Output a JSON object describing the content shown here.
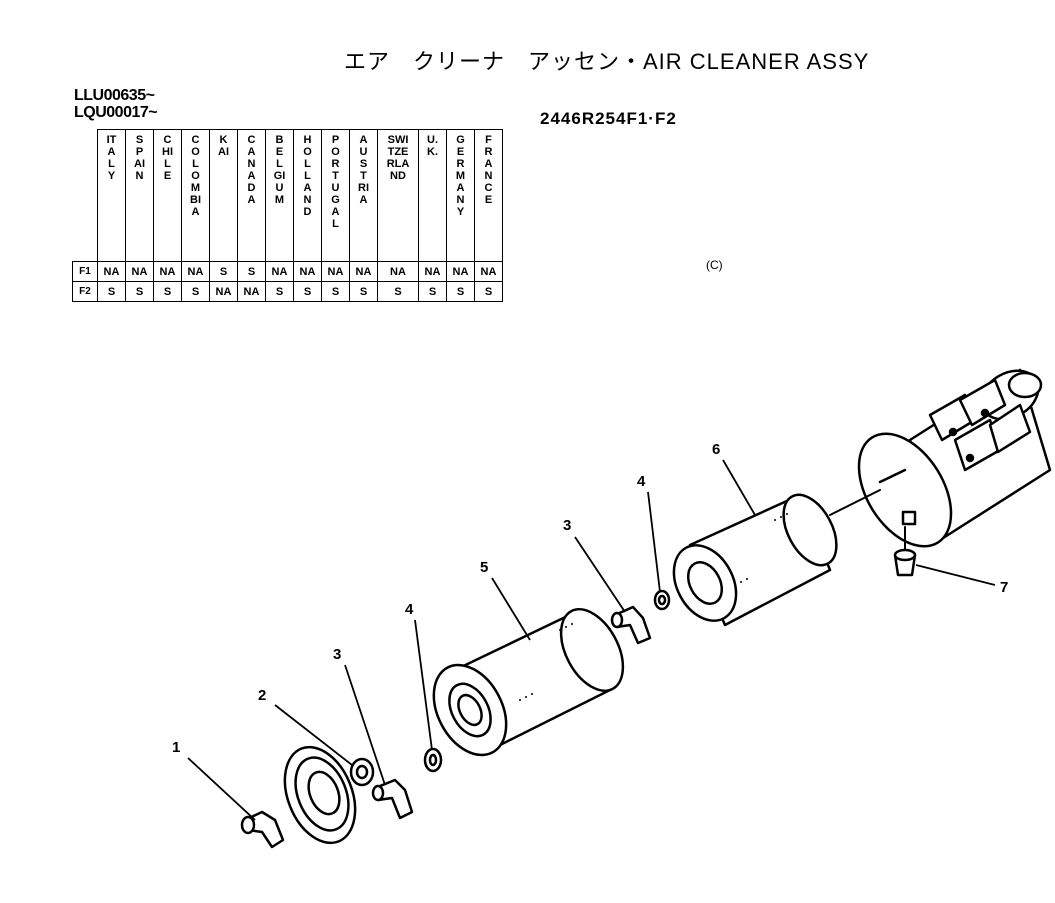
{
  "title": "エア　クリーナ　アッセン・AIR CLEANER ASSY",
  "serials": [
    "LLU00635~",
    "LQU00017~"
  ],
  "model": "2446R254F1·F2",
  "mark": "(C)",
  "table": {
    "countries": [
      "ITALY",
      "SPAIN",
      "CHILE",
      "COLOMBIA",
      "KAI",
      "CANADA",
      "BELGIUM",
      "HOLLAND",
      "PORTUGAL",
      "AUSTRIA",
      "SWITZERLAND",
      "U.K.",
      "GERMANY",
      "FRANCE"
    ],
    "rows": [
      {
        "label": "F1",
        "values": [
          "NA",
          "NA",
          "NA",
          "NA",
          "S",
          "S",
          "NA",
          "NA",
          "NA",
          "NA",
          "NA",
          "NA",
          "NA",
          "NA"
        ]
      },
      {
        "label": "F2",
        "values": [
          "S",
          "S",
          "S",
          "S",
          "NA",
          "NA",
          "S",
          "S",
          "S",
          "S",
          "S",
          "S",
          "S",
          "S"
        ]
      }
    ]
  },
  "callouts": [
    "1",
    "2",
    "3",
    "3",
    "4",
    "4",
    "5",
    "6",
    "7"
  ],
  "parts": [
    "wing-nut",
    "washer",
    "elbow-bolt",
    "elbow-bolt",
    "seal-ring",
    "seal-ring",
    "outer-filter-element",
    "inner-filter-element",
    "drain-valve",
    "air-cleaner-body"
  ]
}
